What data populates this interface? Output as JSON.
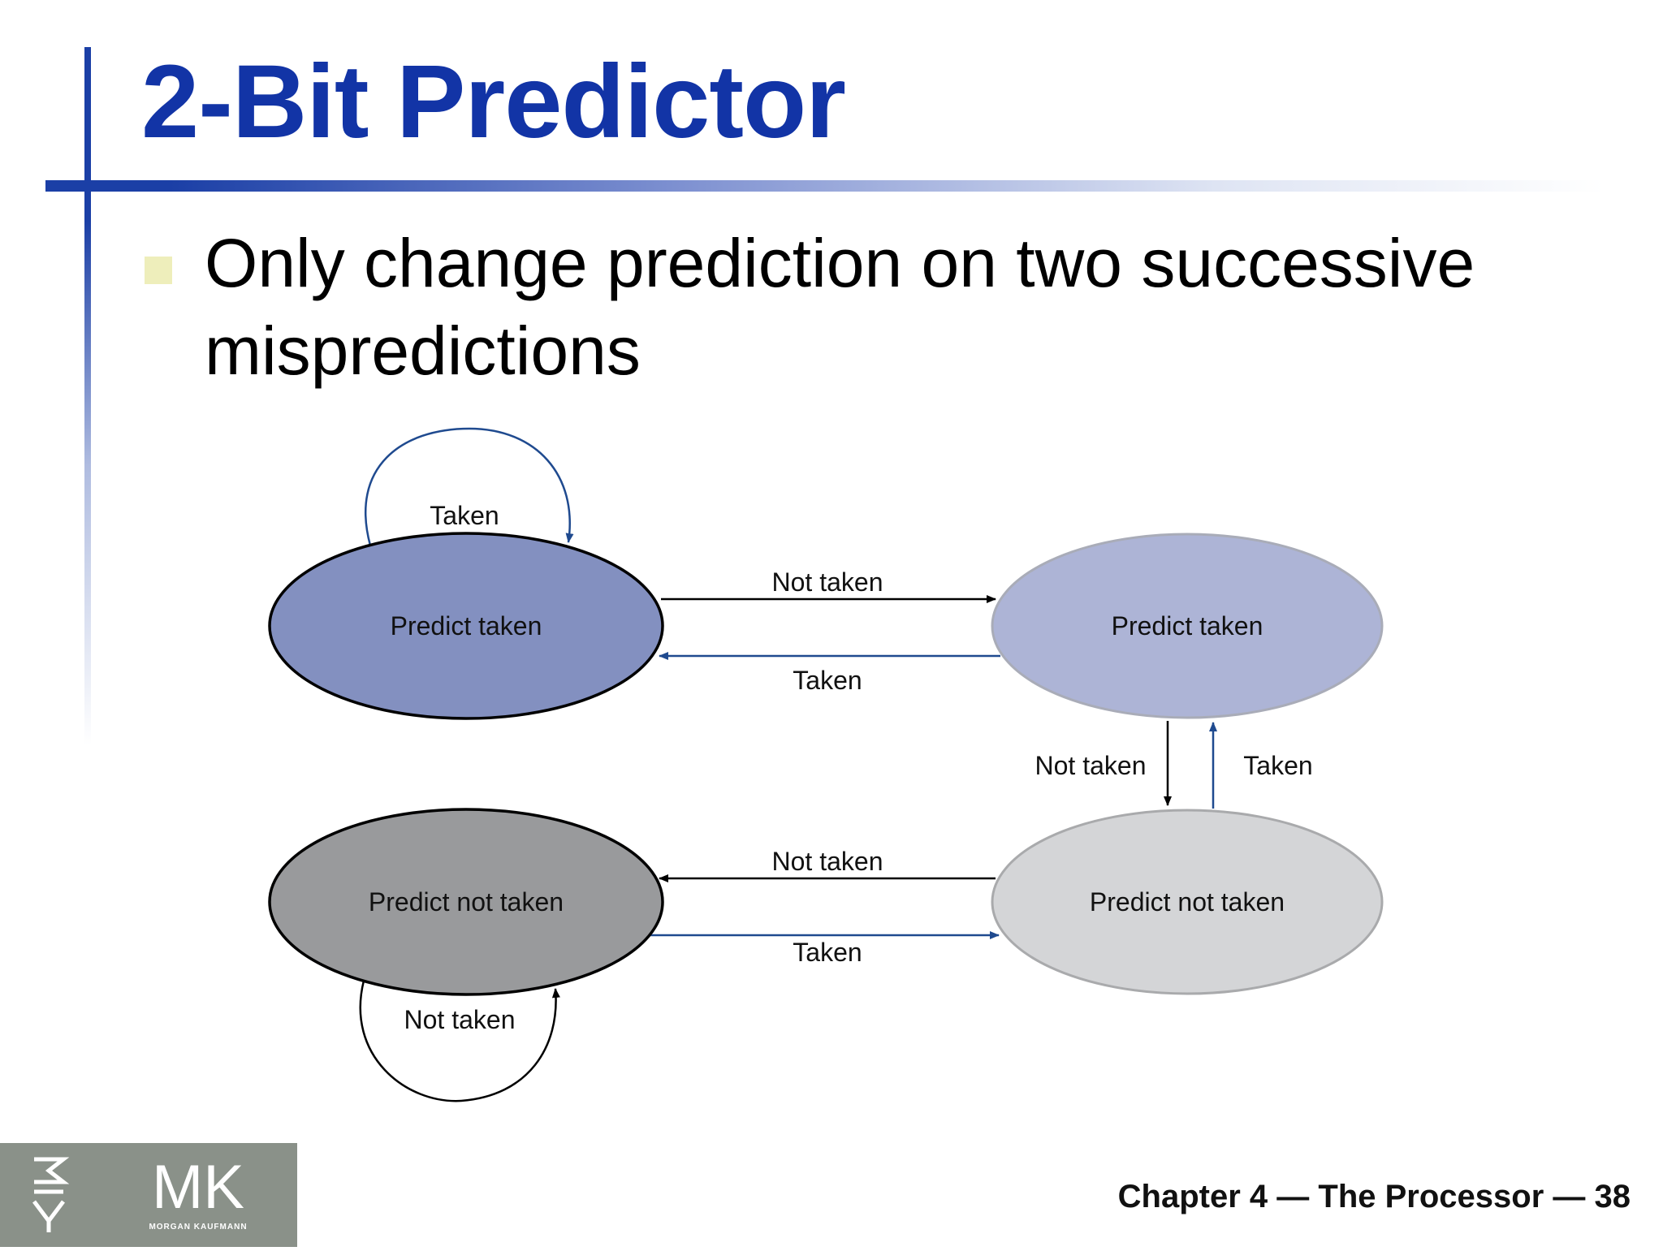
{
  "slide": {
    "title": "2-Bit Predictor",
    "bullets": [
      "Only change prediction on two successive mispredictions"
    ]
  },
  "diagram": {
    "states": [
      {
        "label": "Predict taken",
        "fill": "#8390c0"
      },
      {
        "label": "Predict taken",
        "fill": "#adb4d6"
      },
      {
        "label": "Predict not taken",
        "fill": "#999a9c"
      },
      {
        "label": "Predict not taken",
        "fill": "#d4d5d7"
      }
    ],
    "transitions": [
      {
        "label": "Taken"
      },
      {
        "label": "Not taken"
      },
      {
        "label": "Taken"
      },
      {
        "label": "Not taken"
      },
      {
        "label": "Taken"
      },
      {
        "label": "Not taken"
      },
      {
        "label": "Taken"
      },
      {
        "label": "Not taken"
      }
    ],
    "colors": {
      "taken_arrow": "#1f4a8f",
      "not_taken_arrow": "#000000"
    }
  },
  "footer": {
    "caption": "Chapter 4 — The Processor — 38",
    "logo_text": "MK",
    "logo_subtext": "MORGAN KAUFMANN"
  },
  "colors": {
    "title": "#1234a6",
    "accent_bar": "#1b3fa6",
    "bullet": "#eeeebb",
    "logo_bg": "#8a9189"
  }
}
